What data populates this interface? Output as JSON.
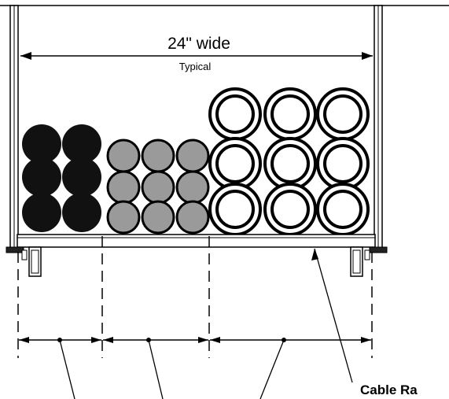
{
  "width_label": "24\" wide",
  "width_sublabel": "Typical",
  "callout_label": "Cable Ra",
  "groups": [
    {
      "name": "black-cables",
      "rows": 3,
      "cols": 2,
      "color": "#111111"
    },
    {
      "name": "gray-cables",
      "rows": 3,
      "cols": 3,
      "color": "#9a9a9a"
    },
    {
      "name": "hollow-cables",
      "rows": 3,
      "cols": 3,
      "color": "#ffffff"
    }
  ]
}
